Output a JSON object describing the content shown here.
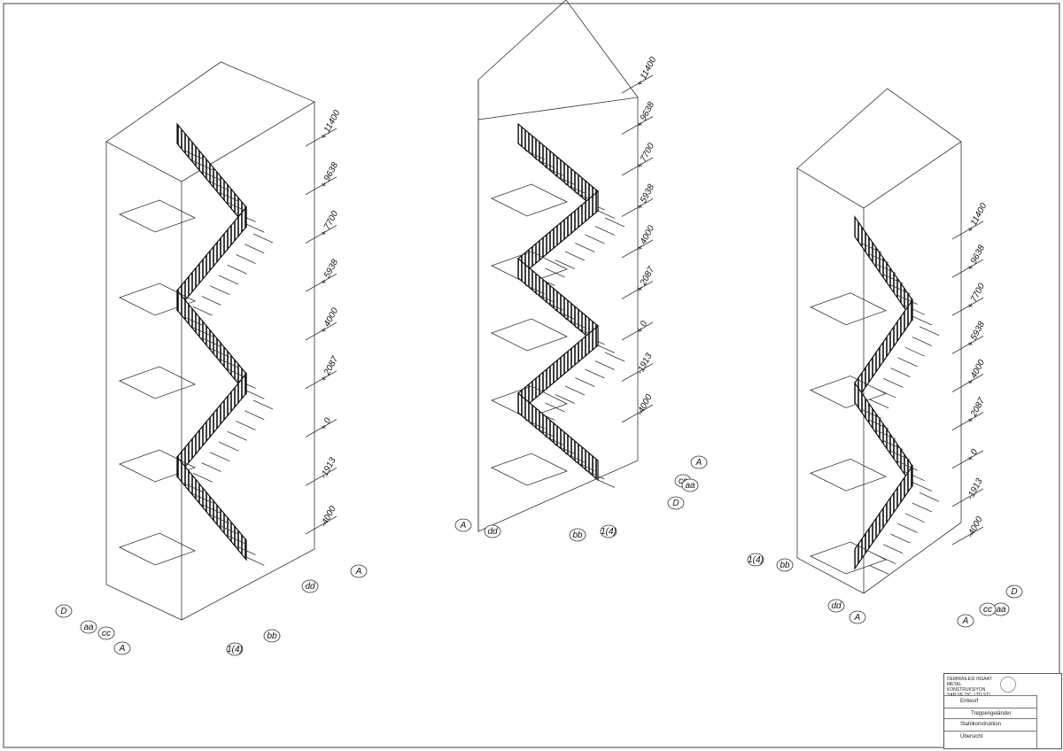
{
  "elevations": [
    "+ 11400",
    "+ 9638",
    "+ 7700",
    "+ 5938",
    "+ 4000",
    "+ 2087",
    "+ 0",
    "-1913",
    "-4000"
  ],
  "views": [
    {
      "axes": [
        "D",
        "aa",
        "cc",
        "A",
        "1(4)",
        "bb",
        "dd",
        "A"
      ]
    },
    {
      "axes": [
        "A",
        "dd",
        "bb",
        "1(4)",
        "D",
        "cc",
        "aa",
        "A"
      ]
    },
    {
      "axes": [
        "1(4)",
        "bb",
        "dd",
        "A",
        "A",
        "aa",
        "cc",
        "D"
      ]
    }
  ],
  "title_block": {
    "company": "DEMIRAILESI INSAAT METAL KONSTRUKSIYON SAN.VE TIC. LTD.STI",
    "status": "Entwurf",
    "project": "Treppengeländer",
    "subject": "Stahlkonstruktion",
    "drawing": "Übersicht"
  }
}
